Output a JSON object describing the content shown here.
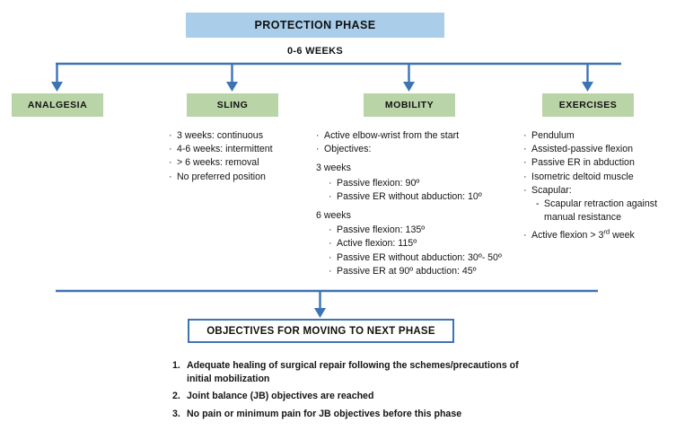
{
  "header": {
    "phase_title": "PROTECTION PHASE",
    "duration": "0-6 WEEKS"
  },
  "colors": {
    "banner_blue": "#aacee9",
    "category_green": "#b9d4a6",
    "connector_blue": "#3d74b4",
    "text_dark": "#141414"
  },
  "categories": [
    {
      "label": "ANALGESIA"
    },
    {
      "label": "SLING"
    },
    {
      "label": "MOBILITY"
    },
    {
      "label": "EXERCISES"
    }
  ],
  "columns": {
    "sling": {
      "bullets": [
        "3 weeks: continuous",
        "4-6 weeks: intermittent",
        "> 6 weeks: removal",
        "No preferred position"
      ]
    },
    "mobility": {
      "bullets": [
        "Active elbow-wrist from the start",
        "Objectives:"
      ],
      "groups": [
        {
          "heading": "3 weeks",
          "items": [
            "Passive flexion: 90º",
            "Passive ER without abduction: 10º"
          ]
        },
        {
          "heading": "6 weeks",
          "items": [
            "Passive flexion: 135º",
            "Active flexion: 115º",
            "Passive ER without abduction: 30º- 50º",
            "Passive ER at 90º abduction: 45º"
          ]
        }
      ]
    },
    "exercises": {
      "bullets_top": [
        "Pendulum",
        "Assisted-passive flexion",
        "Passive ER in abduction",
        "Isometric deltoid muscle",
        "Scapular:"
      ],
      "sub_dash": [
        "Scapular retraction against manual resistance"
      ],
      "bullet_last_prefix": "Active flexion > 3",
      "bullet_last_sup": "rd",
      "bullet_last_suffix": " week"
    }
  },
  "footer": {
    "objectives_title": "OBJECTIVES FOR MOVING TO NEXT PHASE",
    "objectives": [
      {
        "number": "1.",
        "text": "Adequate healing of surgical repair following the schemes/precautions of initial mobilization"
      },
      {
        "number": "2.",
        "text": "Joint balance (JB) objectives are reached"
      },
      {
        "number": "3.",
        "text": "No pain or minimum pain for JB objectives before this phase"
      }
    ]
  },
  "glyphs": {
    "bullet": "·",
    "dash": "-"
  }
}
